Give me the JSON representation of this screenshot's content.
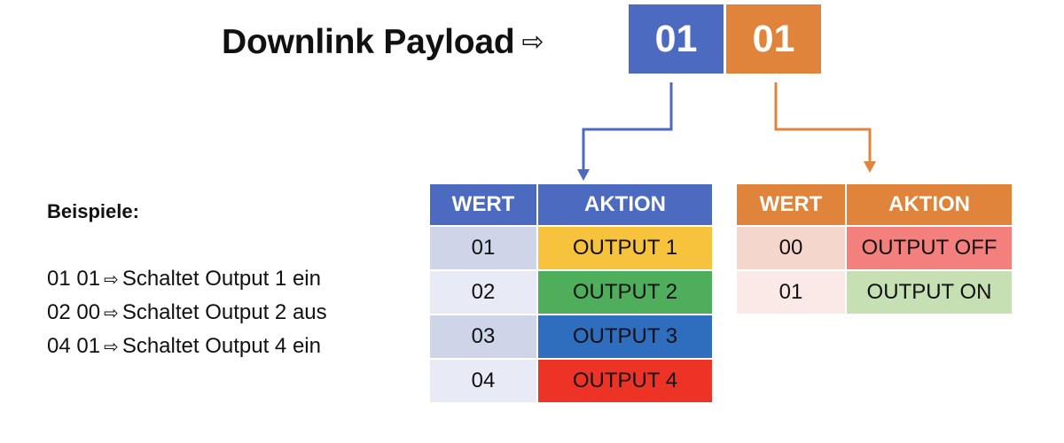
{
  "title": {
    "text": "Downlink Payload",
    "arrow_icon": "right-outline-arrow-icon"
  },
  "payload": {
    "first_byte": "01",
    "second_byte": "01",
    "first_color": "#4c6bc0",
    "second_color": "#e0833b"
  },
  "examples": {
    "heading": "Beispiele:",
    "items": [
      {
        "code": "01 01",
        "description": "Schaltet Output 1 ein"
      },
      {
        "code": "02 00",
        "description": "Schaltet Output 2 aus"
      },
      {
        "code": "04 01",
        "description": "Schaltet Output 4 ein"
      }
    ]
  },
  "output_table": {
    "headers": {
      "value": "WERT",
      "action": "AKTION"
    },
    "rows": [
      {
        "value": "01",
        "action": "OUTPUT 1",
        "color": "#f7c33c"
      },
      {
        "value": "02",
        "action": "OUTPUT 2",
        "color": "#4fae5b"
      },
      {
        "value": "03",
        "action": "OUTPUT 3",
        "color": "#2f6dbf"
      },
      {
        "value": "04",
        "action": "OUTPUT 4",
        "color": "#ec3326"
      }
    ]
  },
  "state_table": {
    "headers": {
      "value": "WERT",
      "action": "AKTION"
    },
    "rows": [
      {
        "value": "00",
        "action": "OUTPUT OFF",
        "color": "#f3807c"
      },
      {
        "value": "01",
        "action": "OUTPUT ON",
        "color": "#c6e0b4"
      }
    ]
  }
}
